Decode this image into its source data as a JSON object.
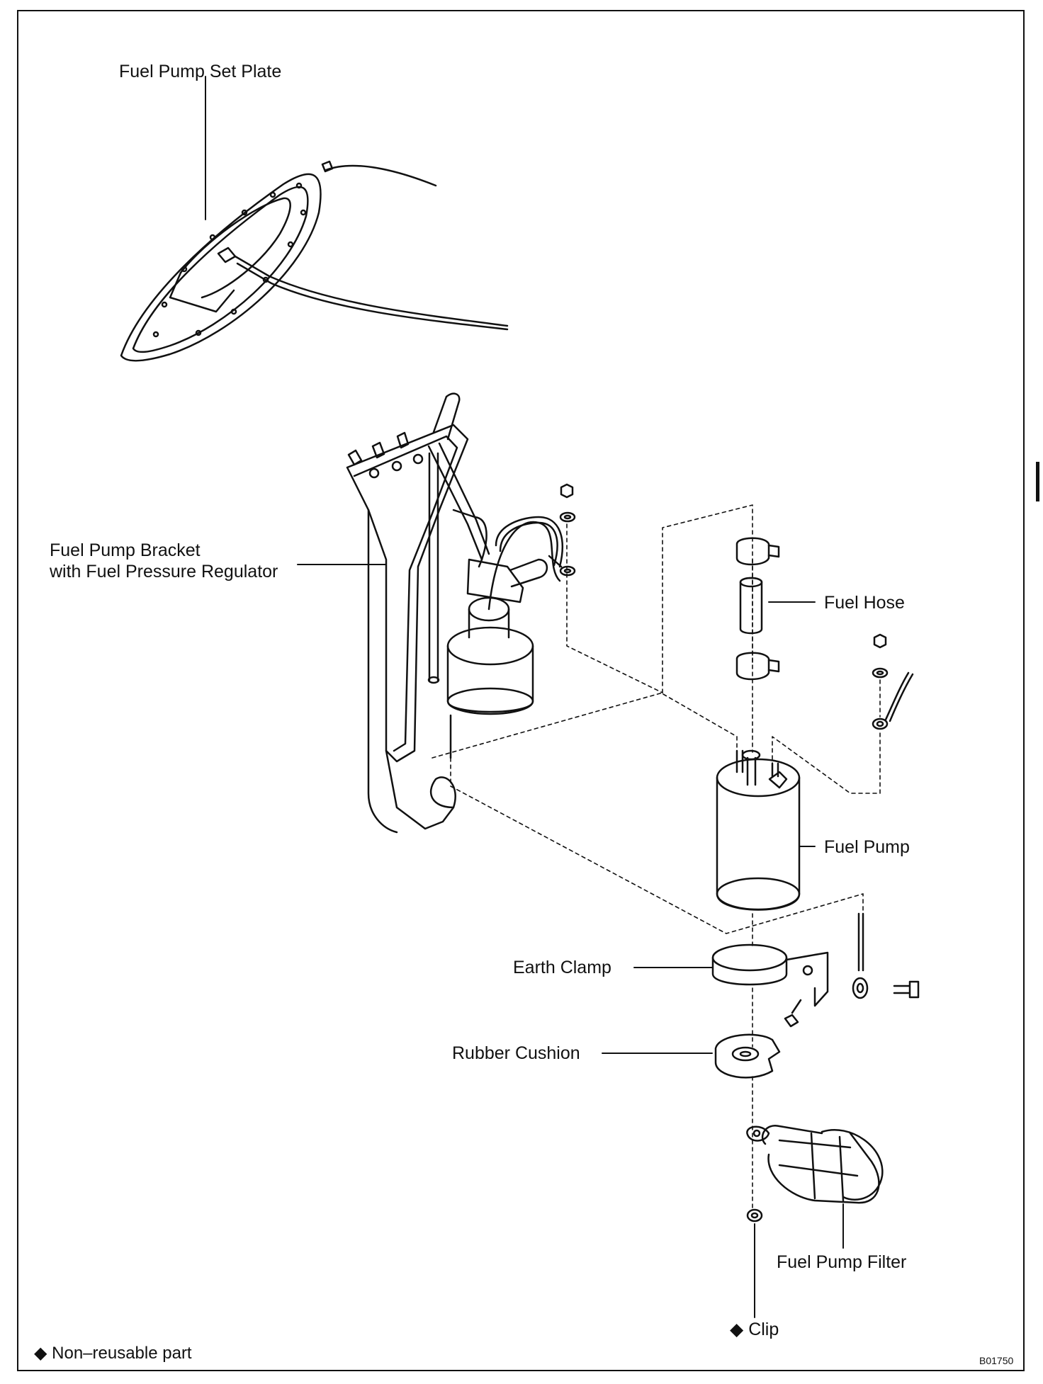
{
  "labels": {
    "set_plate": "Fuel Pump Set Plate",
    "bracket_line1": "Fuel Pump Bracket",
    "bracket_line2": "with Fuel Pressure Regulator",
    "fuel_hose": "Fuel Hose",
    "fuel_pump": "Fuel Pump",
    "earth_clamp": "Earth Clamp",
    "rubber_cushion": "Rubber Cushion",
    "fuel_pump_filter": "Fuel Pump Filter",
    "clip": "Clip"
  },
  "legend": {
    "symbol": "◆",
    "non_reusable": "Non–reusable part"
  },
  "figure_code": "B01750",
  "colors": {
    "line": "#111111",
    "background": "#ffffff"
  }
}
